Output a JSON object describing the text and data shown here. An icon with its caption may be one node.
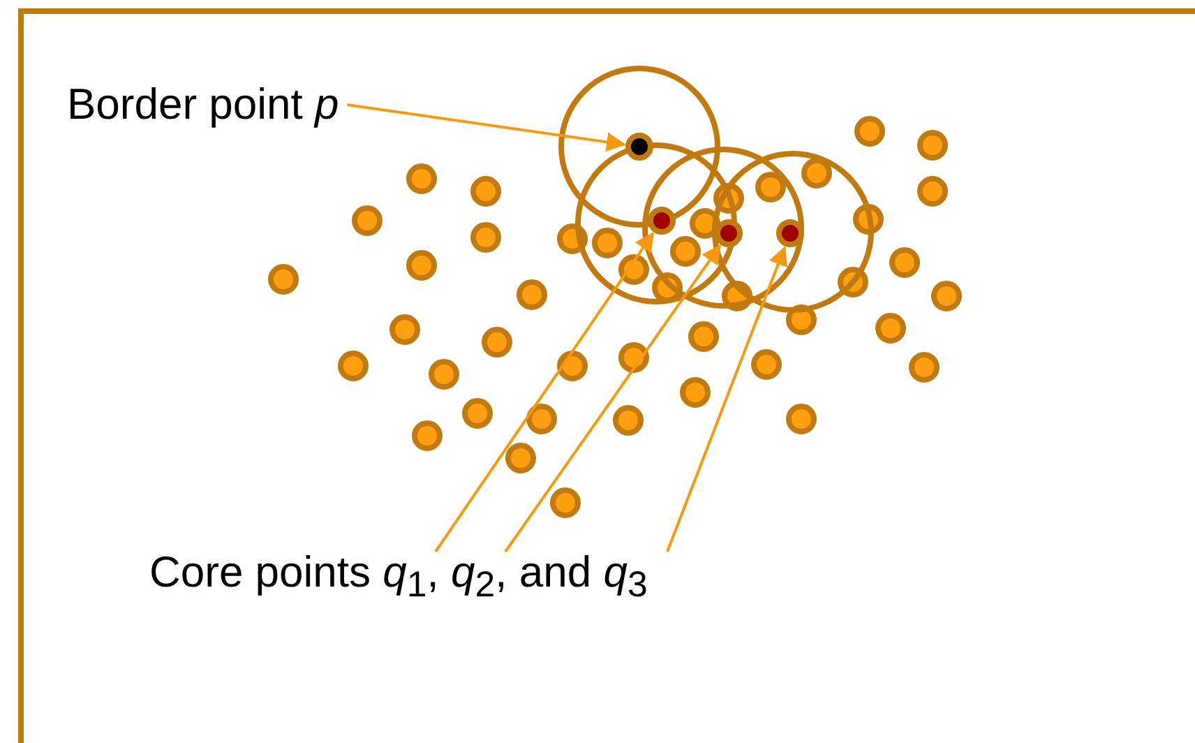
{
  "diagram": {
    "nodes": [
      {
        "text": [
          "Border point *p*"
        ]
      },
      {
        "text": [],
        "shape": "circle"
      },
      {
        "text": [
          "Core points *q*$_{1}$, *q*$_{2}$, and *q*$_{3}$"
        ]
      },
      {
        "text": [],
        "shape": "circle"
      },
      {
        "text": [],
        "shape": "circle"
      },
      {
        "text": [],
        "shape": "circle"
      }
    ],
    "edges": [
      {
        "from": 0,
        "to": 1,
        "arrow": "to"
      },
      {
        "from": 2,
        "to": 3,
        "arrow": "to"
      },
      {
        "from": 2,
        "to": 4,
        "arrow": "to"
      },
      {
        "from": 2,
        "to": 5,
        "arrow": "to"
      }
    ]
  }
}
